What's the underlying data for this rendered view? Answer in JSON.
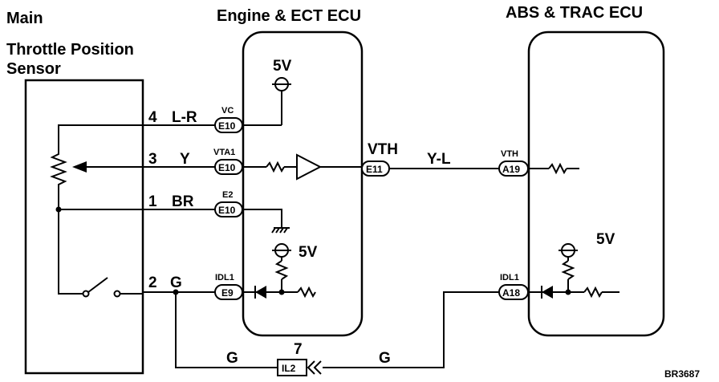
{
  "sensor": {
    "title_lines": [
      "Main",
      "Throttle Position",
      "Sensor"
    ]
  },
  "engine_ecu": {
    "title": "Engine & ECT ECU"
  },
  "abs_ecu": {
    "title": "ABS & TRAC ECU",
    "supply_label": "5V"
  },
  "supply_labels": {
    "vc_5v": "5V",
    "idl_5v": "5V"
  },
  "wires": {
    "vc": {
      "pin": "4",
      "color": "L-R"
    },
    "vta": {
      "pin": "3",
      "color": "Y"
    },
    "e2": {
      "pin": "1",
      "color": "BR"
    },
    "idl": {
      "pin": "2",
      "color": "G"
    },
    "vth": {
      "label": "VTH",
      "color": "Y-L"
    },
    "g_left": {
      "color": "G"
    },
    "g_right": {
      "color": "G"
    }
  },
  "connectors": {
    "e10_vc": {
      "signal": "VC",
      "code": "E10"
    },
    "e10_vta1": {
      "signal": "VTA1",
      "code": "E10"
    },
    "e10_e2": {
      "signal": "E2",
      "code": "E10"
    },
    "e9_idl1": {
      "signal": "IDL1",
      "code": "E9"
    },
    "e11": {
      "code": "E11"
    },
    "a19_vth": {
      "signal": "VTH",
      "code": "A19"
    },
    "a18_idl1": {
      "signal": "IDL1",
      "code": "A18"
    },
    "il2": {
      "pin": "7",
      "code": "IL2"
    }
  },
  "figure_code": "BR3687"
}
